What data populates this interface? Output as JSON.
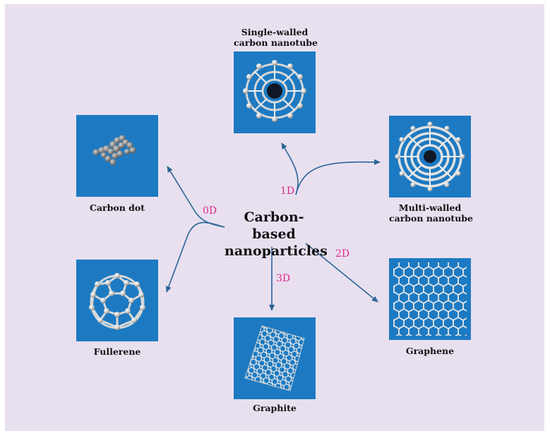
{
  "center_title": [
    "Carbon-based",
    "nanoparticles"
  ],
  "nodes": {
    "carbon_dot": {
      "label": "Carbon dot",
      "icon": "carbon-dot-cluster"
    },
    "fullerene": {
      "label": "Fullerene",
      "icon": "fullerene-sphere"
    },
    "swcnt": {
      "label": [
        "Single-walled",
        "carbon nanotube"
      ],
      "icon": "single-walled-nanotube"
    },
    "mwcnt": {
      "label": [
        "Multi-walled",
        "carbon nanotube"
      ],
      "icon": "multi-walled-nanotube"
    },
    "graphite": {
      "label": "Graphite",
      "icon": "graphite-layers"
    },
    "graphene": {
      "label": "Graphene",
      "icon": "graphene-hexagonal-sheet"
    }
  },
  "dimensions": {
    "d0": "0D",
    "d1": "1D",
    "d2": "2D",
    "d3": "3D"
  },
  "colors": {
    "background": "#e8e0ef",
    "tile": "#1d7ac2",
    "arrow": "#2a6496",
    "dimension_label": "#e0288e"
  }
}
